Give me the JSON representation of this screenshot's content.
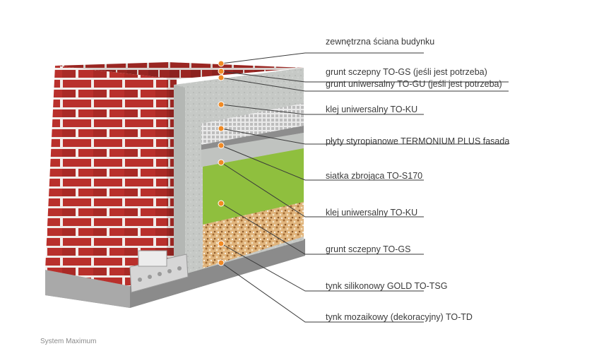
{
  "labels": [
    "zewnętrzna ściana budynku",
    "grunt sczepny TO-GS (jeśli jest potrzeba)",
    "grunt uniwersalny TO-GU (jeśli jest potrzeba)",
    "klej uniwersalny TO-KU",
    "płyty styropianowe TERMONIUM PLUS fasada",
    "siatka zbrojąca TO-S170",
    "klej uniwersalny TO-KU",
    "grunt sczepny TO-GS",
    "tynk silikonowy GOLD TO-TSG",
    "tynk mozaikowy (dekoracyjny) TO-TD"
  ],
  "caption": "System Maximum",
  "colors": {
    "brick": "#b9302c",
    "mortar": "#f2ecea",
    "styrofoam": "#c9ccc8",
    "render_green": "#8fbf3e",
    "mosaic": "#d9b07a",
    "leader_line": "#3a3a3a",
    "marker": "#f08a24"
  }
}
